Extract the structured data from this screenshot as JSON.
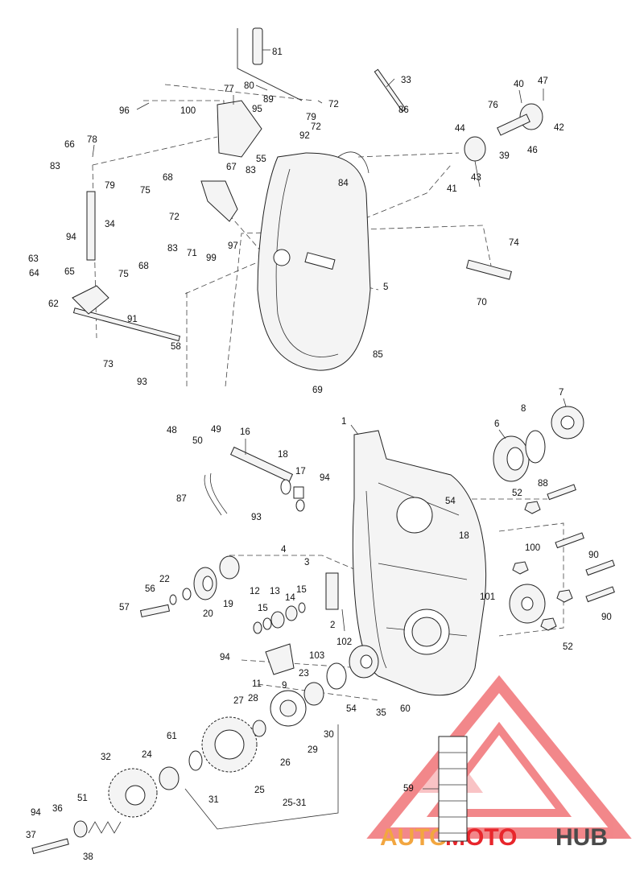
{
  "labels": {
    "l81": "81",
    "l80": "80",
    "l77": "77",
    "l96": "96",
    "l100a": "100",
    "l95": "95",
    "l89": "89",
    "l79a": "79",
    "l72a": "72",
    "l33": "33",
    "l86": "86",
    "l40": "40",
    "l47": "47",
    "l76": "76",
    "l42": "42",
    "l46": "46",
    "l39": "39",
    "l44": "44",
    "l43": "43",
    "l41": "41",
    "l66": "66",
    "l78": "78",
    "l83a": "83",
    "l79b": "79",
    "l92": "92",
    "l72b": "72",
    "l55": "55",
    "l67": "67",
    "l83b": "83",
    "l84": "84",
    "l68a": "68",
    "l75a": "75",
    "l72c": "72",
    "l83c": "83",
    "l71": "71",
    "l99": "99",
    "l97": "97",
    "l34": "34",
    "l94a": "94",
    "l63": "63",
    "l75b": "75",
    "l68b": "68",
    "l65": "65",
    "l64": "64",
    "l62": "62",
    "l91": "91",
    "l73": "73",
    "l58": "58",
    "l93a": "93",
    "l74": "74",
    "l5": "5",
    "l70": "70",
    "l85": "85",
    "l69": "69",
    "l48": "48",
    "l50": "50",
    "l49": "49",
    "l1": "1",
    "l6": "6",
    "l8": "8",
    "l7": "7",
    "l16": "16",
    "l18a": "18",
    "l17": "17",
    "l87": "87",
    "l93b": "93",
    "l94b": "94",
    "l54a": "54",
    "l18b": "18",
    "l52a": "52",
    "l88": "88",
    "l4": "4",
    "l3": "3",
    "l100b": "100",
    "l90a": "90",
    "l22": "22",
    "l56": "56",
    "l57": "57",
    "l20": "20",
    "l19": "19",
    "l12": "12",
    "l15a": "15",
    "l13": "13",
    "l14": "14",
    "l15b": "15",
    "l2": "2",
    "l101": "101",
    "l90b": "90",
    "l52b": "52",
    "l94c": "94",
    "l11": "11",
    "l9": "9",
    "l103": "103",
    "l102": "102",
    "l23": "23",
    "l27": "27",
    "l28": "28",
    "l54b": "54",
    "l35": "35",
    "l60": "60",
    "l30": "30",
    "l29": "29",
    "l61": "61",
    "l26": "26",
    "l32": "32",
    "l24": "24",
    "l31": "31",
    "l25": "25",
    "l2531": "25-31",
    "l51": "51",
    "l59": "59",
    "l94d": "94",
    "l36": "36",
    "l37": "37",
    "l38": "38"
  },
  "watermark": {
    "part1": "AUTO",
    "part2": "MOTO",
    "part3": "HUB"
  },
  "colors": {
    "logo_red": "#e8262c",
    "logo_orange": "#f2a640",
    "logo_gray": "#4a4a4a",
    "line": "#222222"
  }
}
